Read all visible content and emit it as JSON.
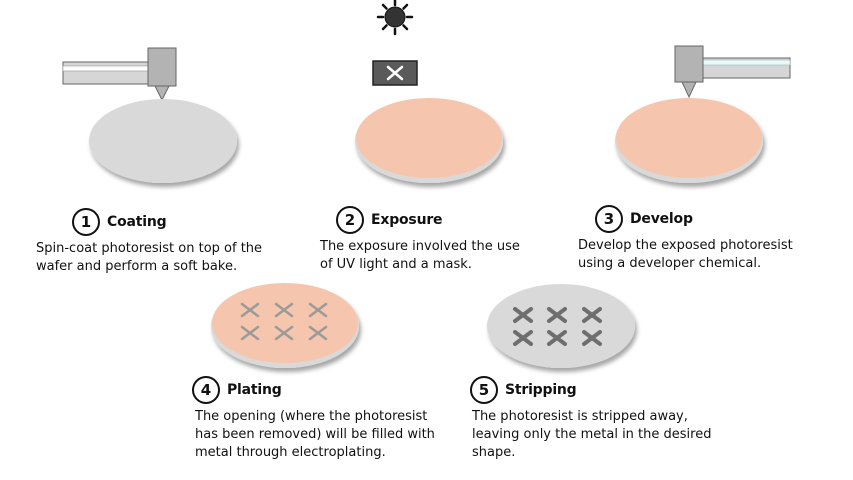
{
  "steps": [
    {
      "number": "1",
      "title": "Coating",
      "description_lines": [
        "Spin-coat photoresist on top of the",
        "wafer and perform a soft bake."
      ]
    },
    {
      "number": "2",
      "title": "Exposure",
      "description_lines": [
        "The exposure involved the use",
        "of UV light and a mask."
      ]
    },
    {
      "number": "3",
      "title": "Develop",
      "description_lines": [
        "Develop the exposed photoresist",
        "using a developer chemical."
      ]
    },
    {
      "number": "4",
      "title": "Plating",
      "description_lines": [
        "The opening (where the photoresist",
        "has been removed) will be filled with",
        "metal through electroplating."
      ]
    },
    {
      "number": "5",
      "title": "Stripping",
      "description_lines": [
        "The photoresist is stripped away,",
        "leaving only the metal in the desired",
        "shape."
      ]
    }
  ],
  "colors": {
    "wafer_gray": "#d9d9d9",
    "photoresist": "#f5c6ad",
    "tool_gray": "#b3b3b3",
    "mask_dark": "#5a5a5a",
    "metal_x": "#9a9a9a",
    "stripped_x": "#6e6e6e",
    "outline": "#111111"
  },
  "icons": [
    "sun-icon",
    "mask-icon",
    "dispenser-nozzle-icon"
  ]
}
